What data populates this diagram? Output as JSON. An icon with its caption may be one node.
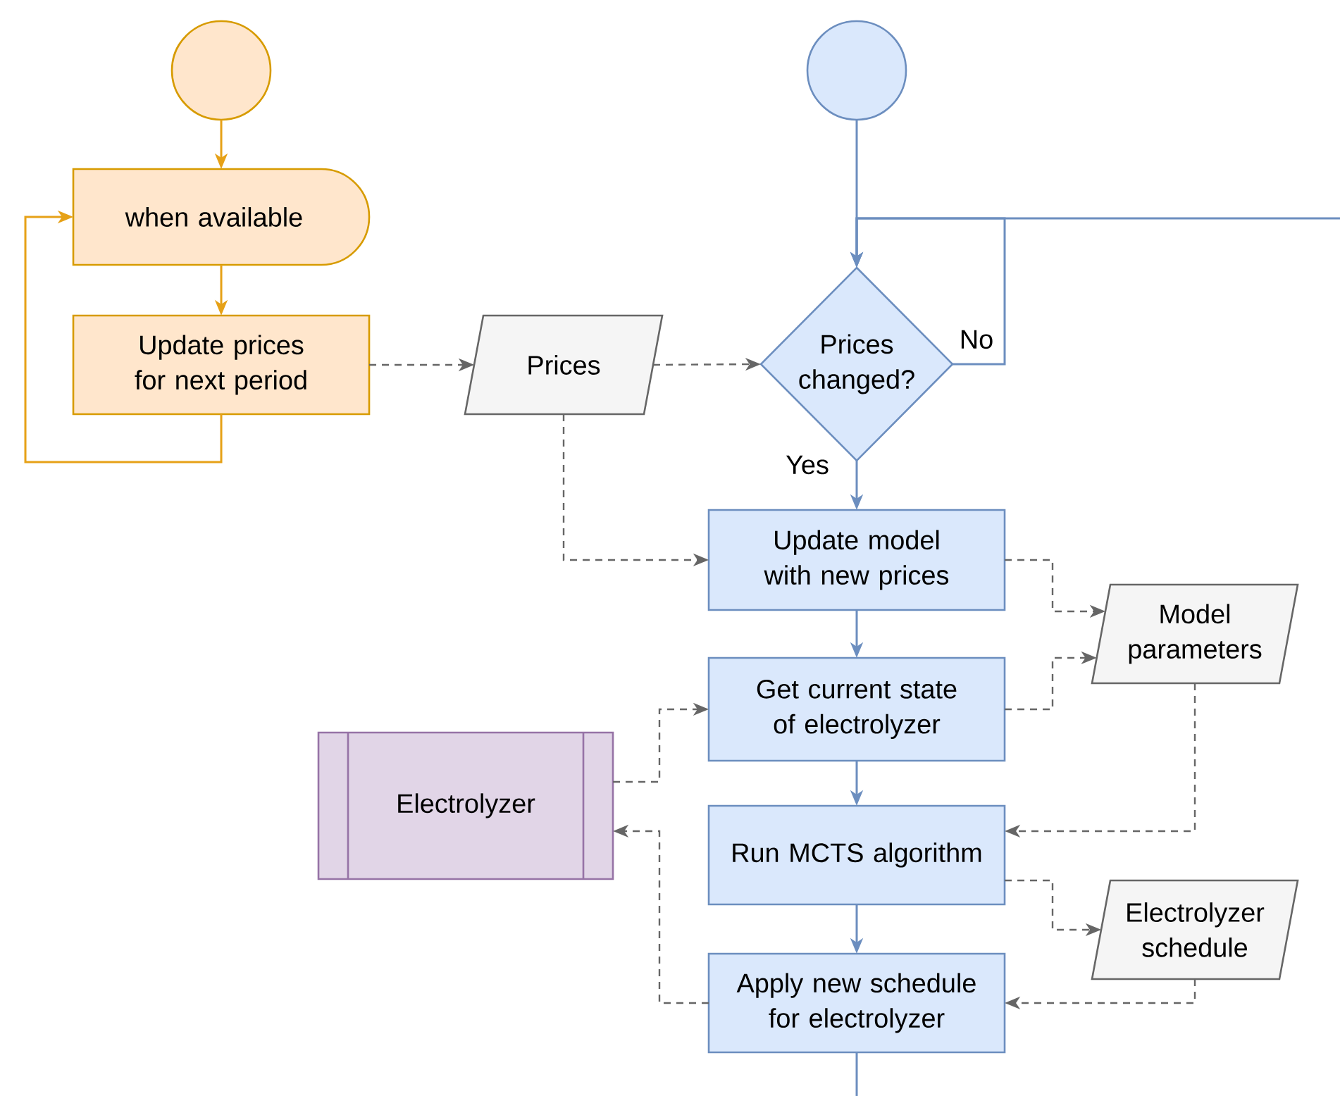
{
  "diagram": {
    "nodes": [
      {
        "text": [],
        "shape": "circle"
      },
      {
        "text": [
          "when available"
        ]
      },
      {
        "text": [
          "Update prices for next period"
        ]
      },
      {
        "text": [
          "Prices"
        ]
      },
      {
        "text": [],
        "shape": "circle"
      },
      {
        "text": [
          "Prices changed?"
        ]
      },
      {
        "text": [
          "Update model with new prices"
        ]
      },
      {
        "text": [
          "Model parameters"
        ]
      },
      {
        "text": [
          "Get current state of electrolyzer"
        ]
      },
      {
        "text": [
          "Electrolyzer"
        ]
      },
      {
        "text": [
          "Run MCTS algorithm"
        ]
      },
      {
        "text": [
          "Electrolyzer schedule"
        ]
      },
      {
        "text": [
          "Apply new schedule for electrolyzer"
        ]
      }
    ],
    "edges": [
      {
        "from": 0,
        "to": 1,
        "arrow": "to",
        "color": "#e6a117"
      },
      {
        "from": 1,
        "to": 2,
        "arrow": "to",
        "color": "#e6a117"
      },
      {
        "from": 2,
        "to": 1,
        "arrow": "to",
        "color": "#e6a117"
      },
      {
        "from": 2,
        "to": 3,
        "arrow": "to",
        "style": "dashed"
      },
      {
        "from": 3,
        "to": 5,
        "arrow": "to",
        "style": "dashed"
      },
      {
        "from": 3,
        "to": 6,
        "arrow": "to",
        "style": "dashed"
      },
      {
        "from": 4,
        "to": 5,
        "arrow": "to",
        "color": "#6c8ebf"
      },
      {
        "from": 5,
        "to": 5,
        "label": "No",
        "arrow": "to",
        "color": "#6c8ebf"
      },
      {
        "from": null,
        "to": 5,
        "arrow": "to",
        "color": "#6c8ebf"
      },
      {
        "from": 5,
        "to": 6,
        "label": "Yes",
        "arrow": "to",
        "color": "#6c8ebf"
      },
      {
        "from": 6,
        "to": 8,
        "arrow": "to",
        "color": "#6c8ebf"
      },
      {
        "from": 8,
        "to": 10,
        "arrow": "to",
        "color": "#6c8ebf"
      },
      {
        "from": 10,
        "to": 12,
        "arrow": "to",
        "color": "#6c8ebf"
      },
      {
        "from": 12,
        "to": null,
        "arrow": "none",
        "color": "#6c8ebf"
      },
      {
        "from": 6,
        "to": 7,
        "arrow": "to",
        "style": "dashed"
      },
      {
        "from": 8,
        "to": 7,
        "arrow": "to",
        "style": "dashed"
      },
      {
        "from": 9,
        "to": 8,
        "arrow": "to",
        "style": "dashed"
      },
      {
        "from": 7,
        "to": 10,
        "arrow": "to",
        "style": "dashed"
      },
      {
        "from": 10,
        "to": 11,
        "arrow": "to",
        "style": "dashed"
      },
      {
        "from": 11,
        "to": 12,
        "arrow": "to",
        "style": "dashed"
      },
      {
        "from": 12,
        "to": 9,
        "arrow": "to",
        "style": "dashed"
      }
    ]
  }
}
